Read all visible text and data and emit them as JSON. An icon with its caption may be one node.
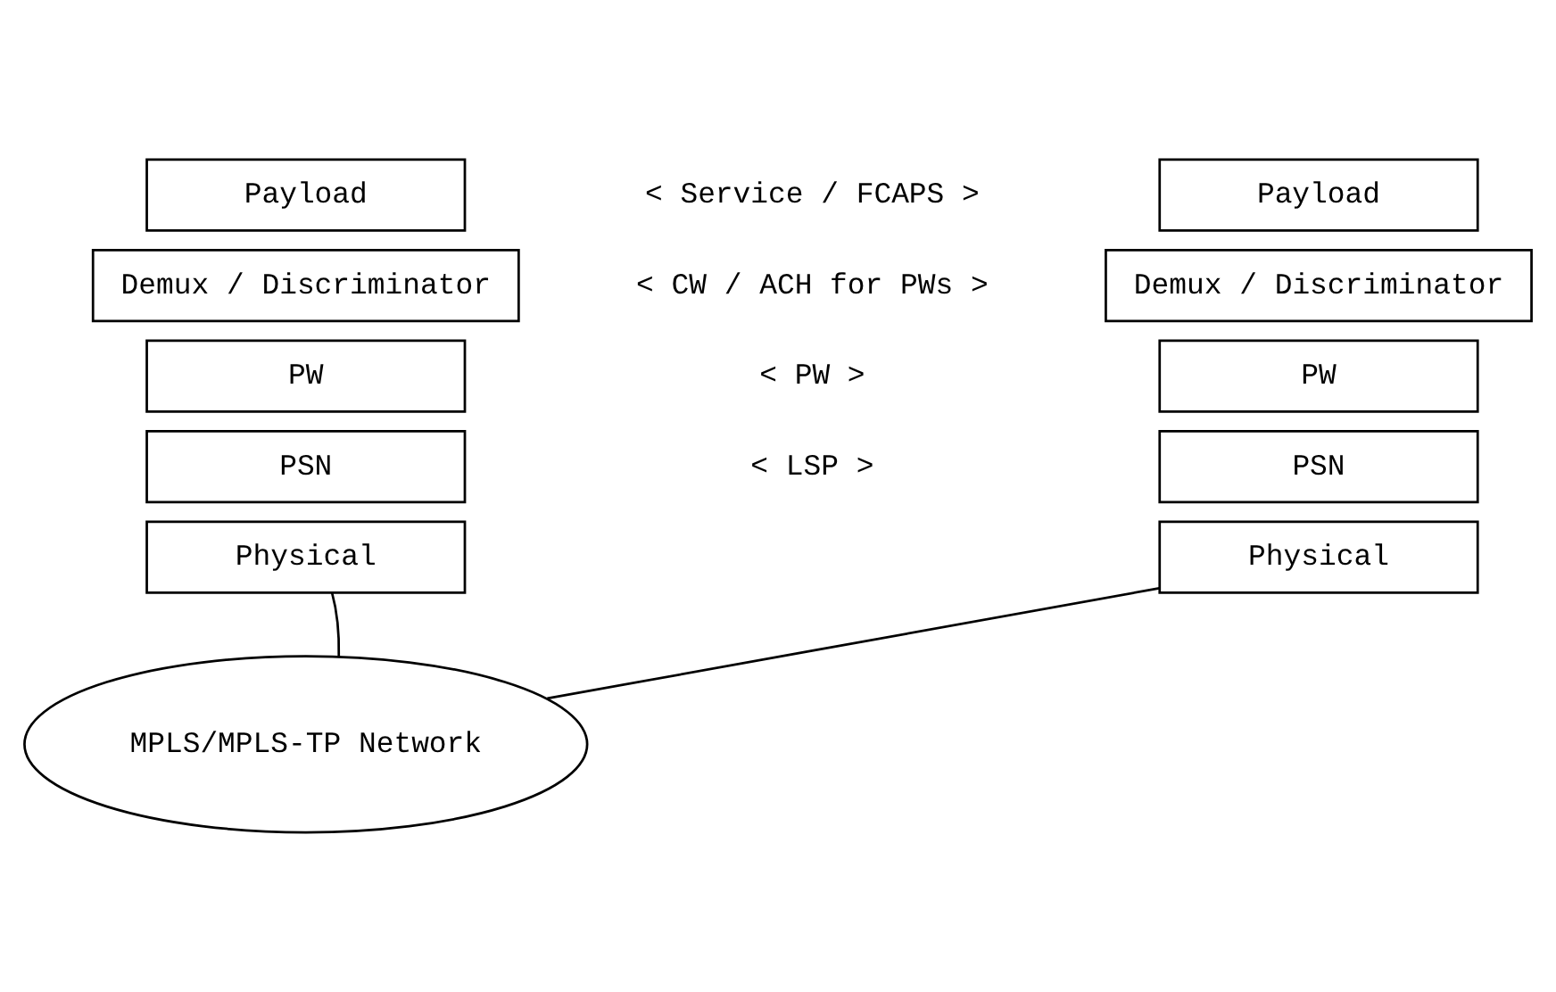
{
  "diagram": {
    "nodes": [
      {
        "text": [
          "Payload"
        ]
      },
      {
        "text": [
          "Demux / Discriminator"
        ]
      },
      {
        "text": [
          "PW"
        ]
      },
      {
        "text": [
          "PSN"
        ]
      },
      {
        "text": [
          "Physical"
        ]
      },
      {
        "text": [
          "Payload"
        ]
      },
      {
        "text": [
          "Demux / Discriminator"
        ]
      },
      {
        "text": [
          "PW"
        ]
      },
      {
        "text": [
          "PSN"
        ]
      },
      {
        "text": [
          "Physical"
        ]
      },
      {
        "text": [
          "MPLS/MPLS-TP Network"
        ]
      }
    ],
    "edges": [
      {
        "from": 4,
        "to": 10,
        "arrow": "none"
      },
      {
        "from": 10,
        "to": 9,
        "arrow": "none"
      }
    ],
    "labels": [
      "< Service / FCAPS >",
      "< CW / ACH for PWs >",
      "< PW >",
      "< LSP >"
    ]
  }
}
